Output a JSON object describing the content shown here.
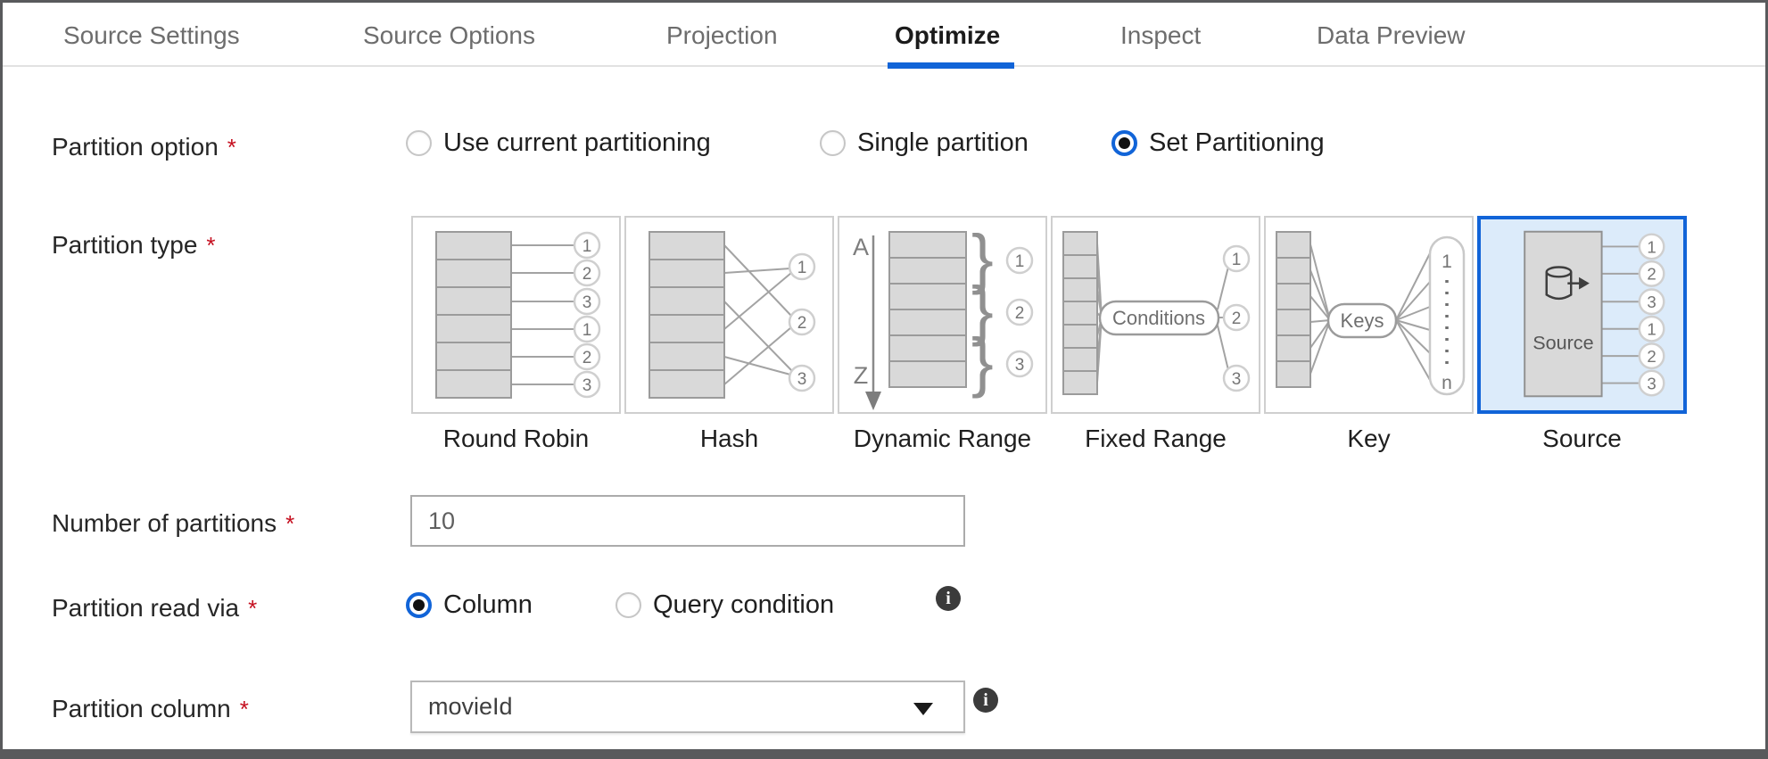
{
  "tabs": [
    {
      "label": "Source Settings",
      "active": false
    },
    {
      "label": "Source Options",
      "active": false
    },
    {
      "label": "Projection",
      "active": false
    },
    {
      "label": "Optimize",
      "active": true
    },
    {
      "label": "Inspect",
      "active": false
    },
    {
      "label": "Data Preview",
      "active": false
    }
  ],
  "icons": {
    "info": "i"
  },
  "form": {
    "partition_option": {
      "label": "Partition option",
      "required": "*",
      "options": [
        {
          "label": "Use current partitioning",
          "selected": false
        },
        {
          "label": "Single partition",
          "selected": false
        },
        {
          "label": "Set Partitioning",
          "selected": true
        }
      ]
    },
    "partition_type": {
      "label": "Partition type",
      "required": "*",
      "cards": [
        {
          "name": "Round Robin",
          "selected": false,
          "outputs": [
            "1",
            "2",
            "3",
            "1",
            "2",
            "3"
          ]
        },
        {
          "name": "Hash",
          "selected": false,
          "outputs": [
            "1",
            "2",
            "3"
          ]
        },
        {
          "name": "Dynamic Range",
          "selected": false,
          "range_top": "A",
          "range_bottom": "Z",
          "brace": "}",
          "outputs": [
            "1",
            "2",
            "3"
          ]
        },
        {
          "name": "Fixed Range",
          "selected": false,
          "pill": "Conditions",
          "outputs": [
            "1",
            "2",
            "3"
          ]
        },
        {
          "name": "Key",
          "selected": false,
          "pill": "Keys",
          "outputs": [
            "1",
            "n"
          ]
        },
        {
          "name": "Source",
          "selected": true,
          "box_label": "Source",
          "outputs": [
            "1",
            "2",
            "3",
            "1",
            "2",
            "3"
          ]
        }
      ]
    },
    "number_of_partitions": {
      "label": "Number of partitions",
      "required": "*",
      "value": "10"
    },
    "partition_read_via": {
      "label": "Partition read via",
      "required": "*",
      "options": [
        {
          "label": "Column",
          "selected": true
        },
        {
          "label": "Query condition",
          "selected": false
        }
      ]
    },
    "partition_column": {
      "label": "Partition column",
      "required": "*",
      "value": "movieId"
    }
  },
  "colors": {
    "accent_blue": "#1164d8",
    "selected_card_bg": "#dcebfa",
    "required_red": "#c50f1f",
    "tab_inactive": "#6d6d6d",
    "text": "#262626",
    "frame_border": "#595a5c"
  }
}
